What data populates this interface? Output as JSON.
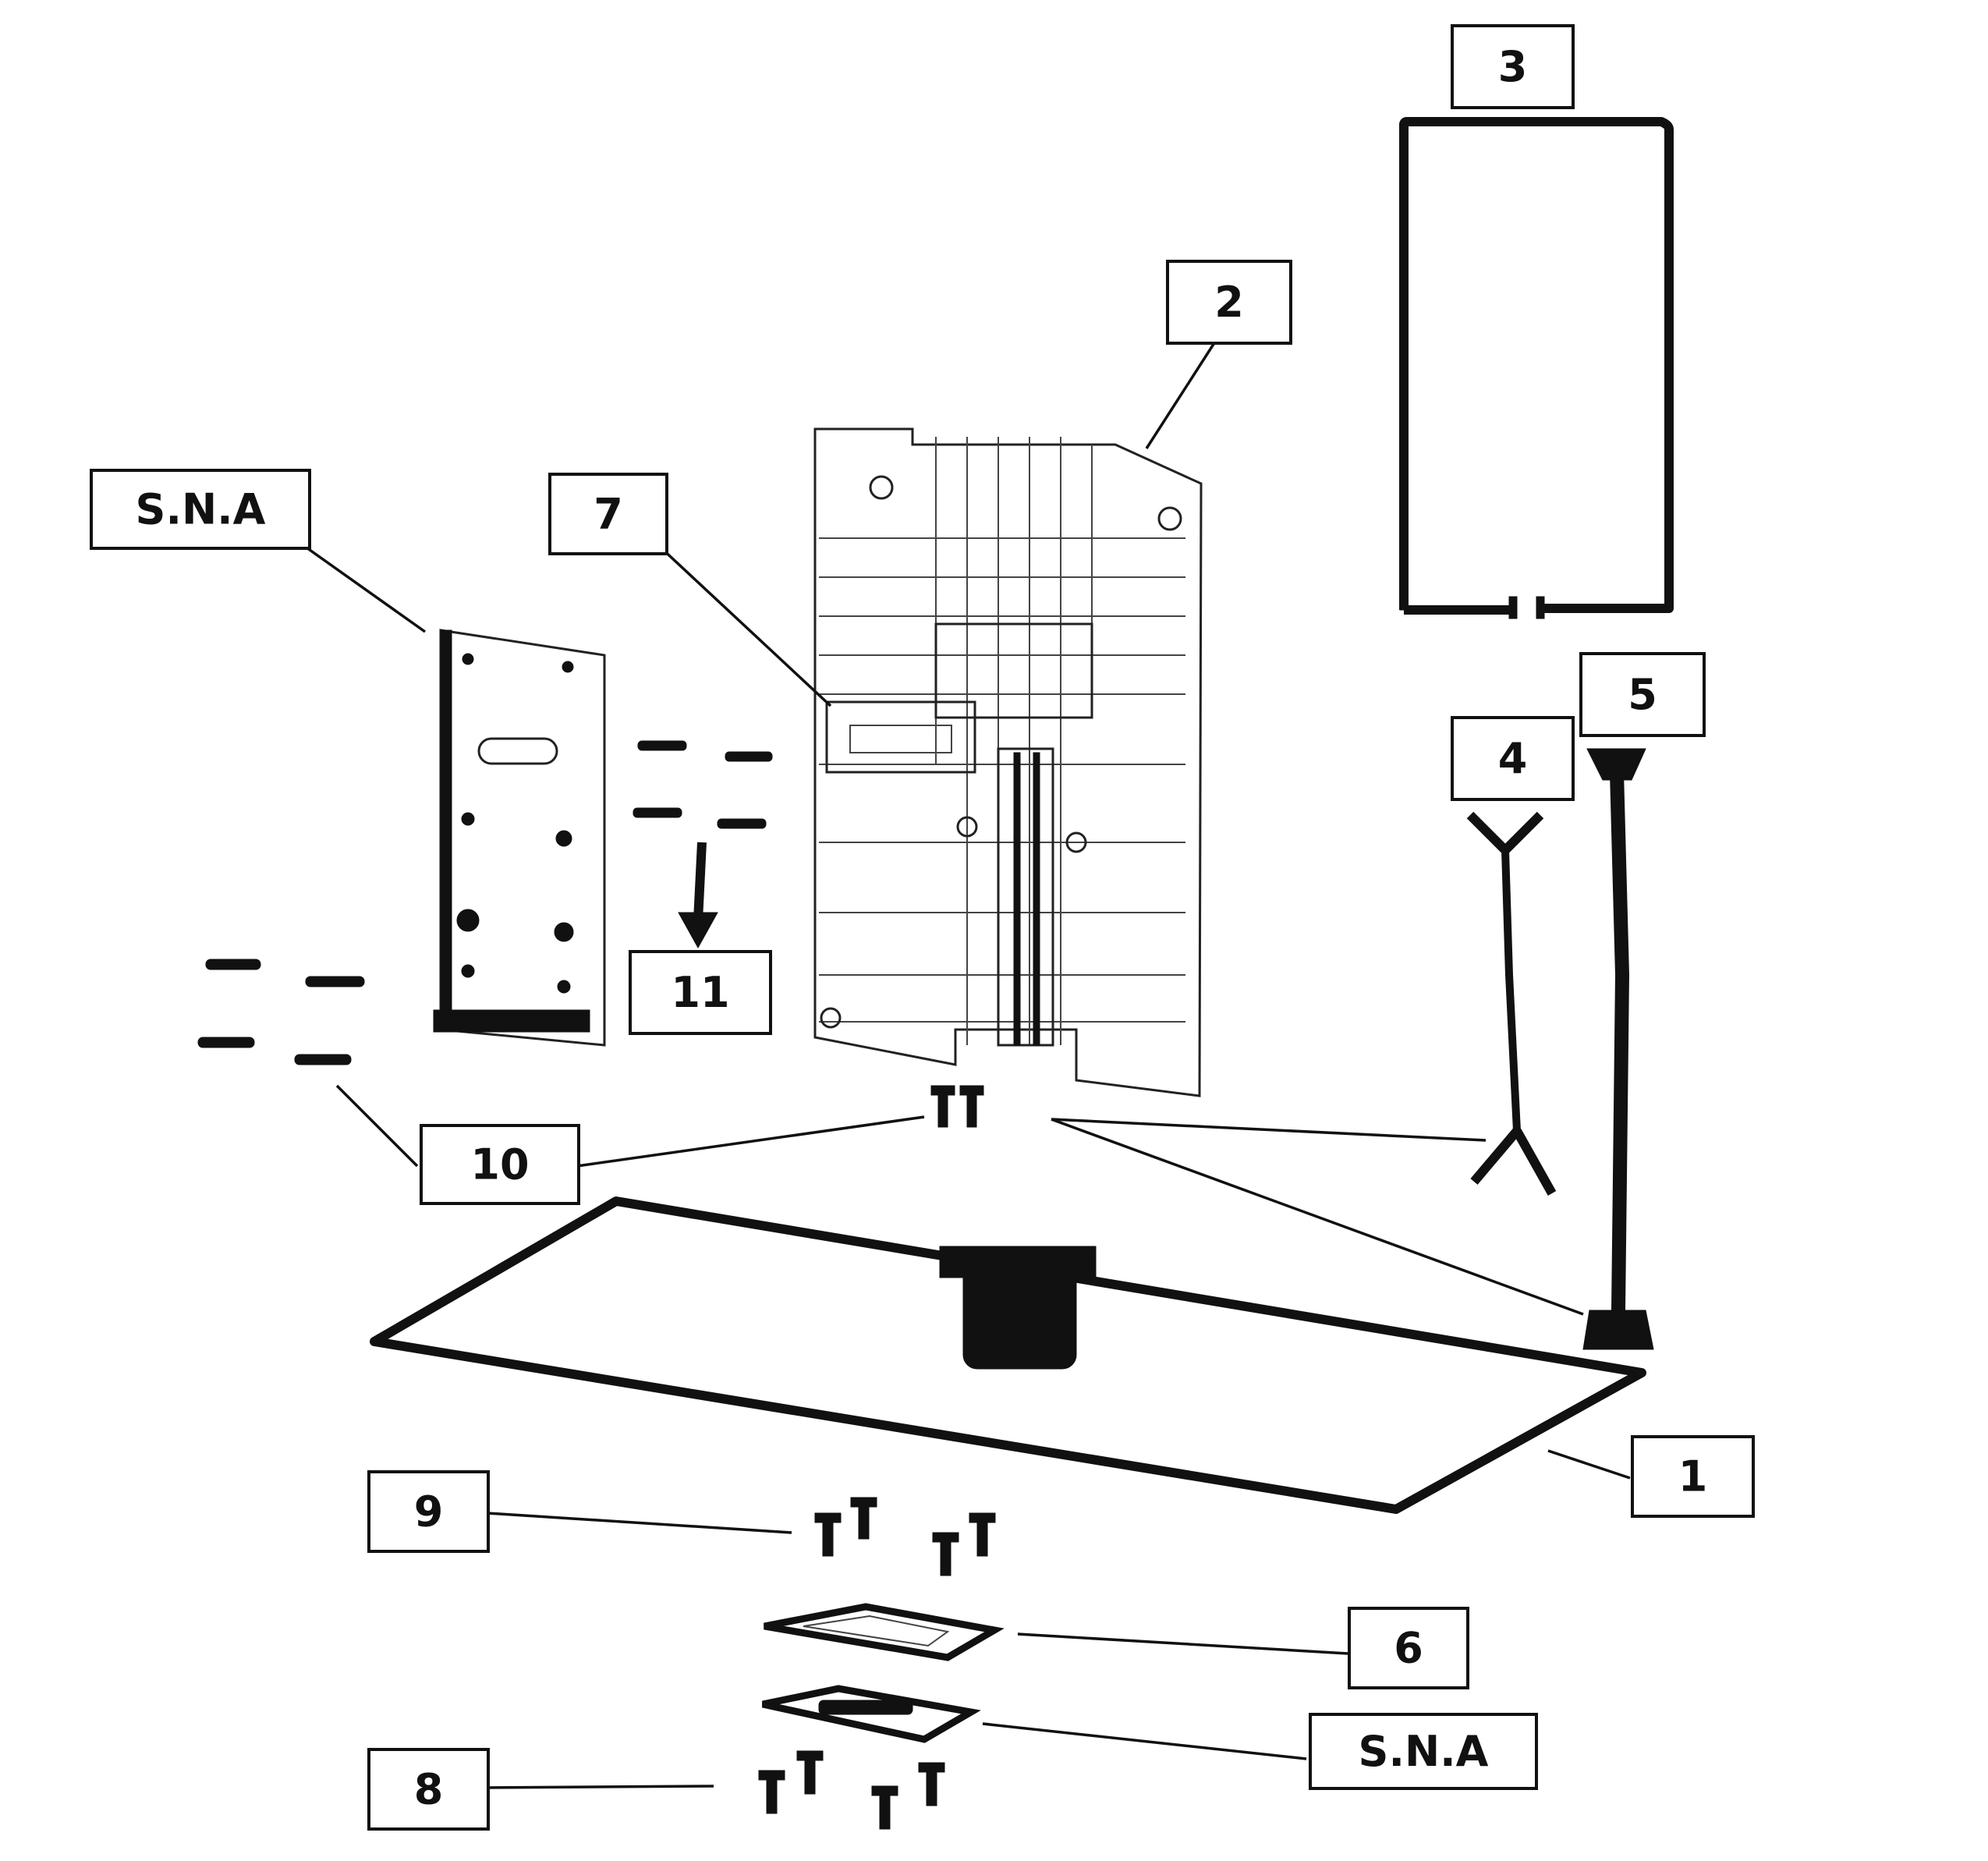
{
  "callouts": {
    "c1": "1",
    "c2": "2",
    "c3": "3",
    "c4": "4",
    "c5": "5",
    "c6": "6",
    "c7": "7",
    "c8": "8",
    "c9": "9",
    "c10": "10",
    "c11": "11",
    "sna_top": "S.N.A",
    "sna_bottom": "S.N.A"
  },
  "colors": {
    "line": "#111111",
    "background": "#ffffff"
  }
}
